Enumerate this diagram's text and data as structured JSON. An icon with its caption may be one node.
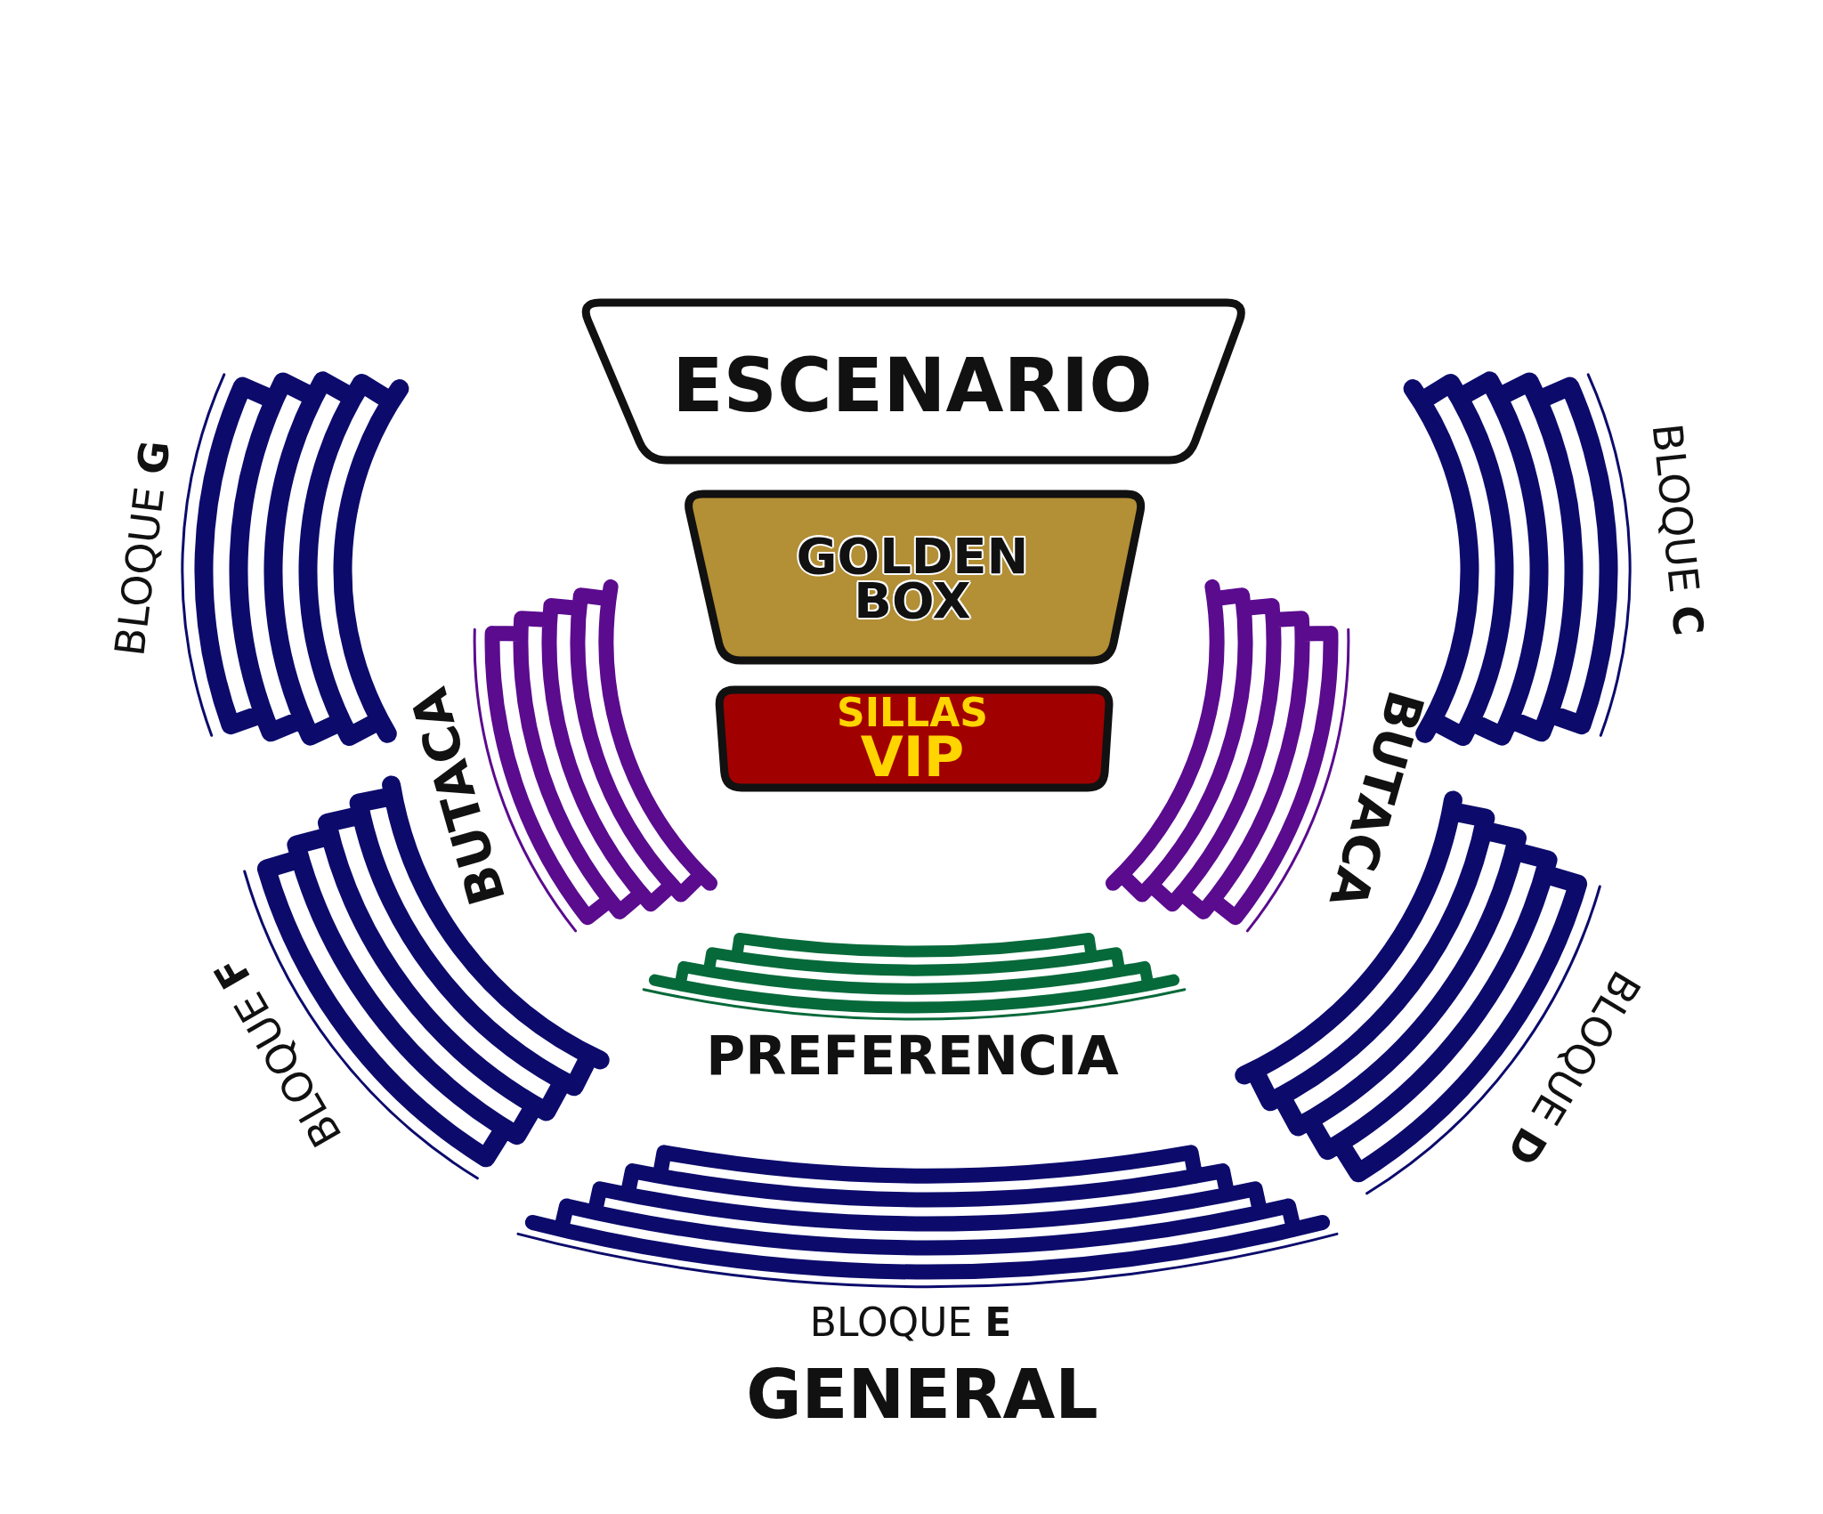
{
  "diagram": {
    "nodes": [
      {
        "text": [
          "ESCENARIO"
        ]
      },
      {
        "text": [
          "BLOQUE **G**"
        ]
      },
      {
        "text": [
          "GOLDEN BOX"
        ]
      },
      {
        "text": [
          "BLOQUE **C**"
        ]
      },
      {
        "text": [
          "BUTACA"
        ]
      },
      {
        "text": [
          "SILLAS VIP"
        ]
      },
      {
        "text": [
          "BUTACA"
        ]
      },
      {
        "text": [
          "BLOQUE **F**"
        ]
      },
      {
        "text": [
          "PREFERENCIA"
        ]
      },
      {
        "text": [
          "BLOQUE **D**"
        ]
      },
      {
        "text": [
          "BLOQUE **E**",
          "GENERAL"
        ]
      }
    ]
  }
}
